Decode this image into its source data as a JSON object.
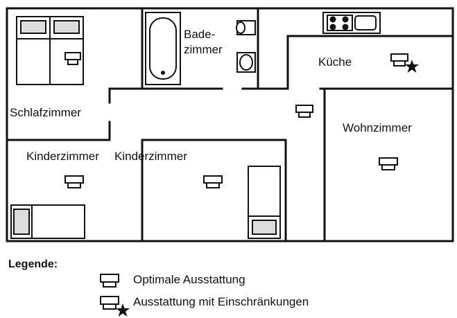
{
  "rooms": {
    "schlafzimmer": "Schlafzimmer",
    "badezimmer_line1": "Bade-",
    "badezimmer_line2": "zimmer",
    "kueche": "Küche",
    "wohnzimmer": "Wohnzimmer",
    "kinderzimmer_1": "Kinderzimmer",
    "kinderzimmer_2": "Kinderzimmer"
  },
  "legend": {
    "title": "Legende:",
    "optimal": "Optimale Ausstattung",
    "limited": "Ausstattung mit Einschränkungen"
  }
}
